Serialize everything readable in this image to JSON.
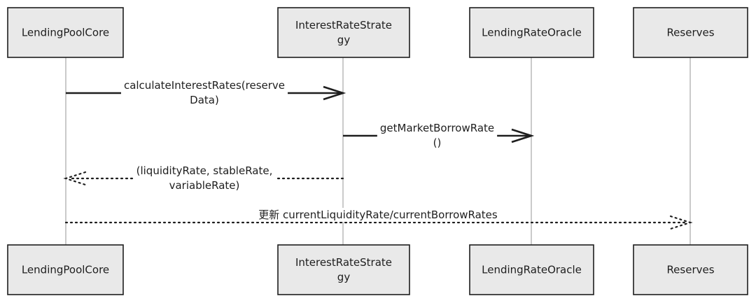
{
  "participants": [
    {
      "top_lines": [
        "LendingPoolCore"
      ],
      "bottom_lines": [
        "LendingPoolCore"
      ]
    },
    {
      "top_lines": [
        "InterestRateStrate",
        "gy"
      ],
      "bottom_lines": [
        "InterestRateStrate",
        "gy"
      ]
    },
    {
      "top_lines": [
        "LendingRateOracle"
      ],
      "bottom_lines": [
        "LendingRateOracle"
      ]
    },
    {
      "top_lines": [
        "Reserves"
      ],
      "bottom_lines": [
        "Reserves"
      ]
    }
  ],
  "messages": [
    {
      "from": 0,
      "to": 1,
      "style": "solid",
      "lines": [
        "calculateInterestRates(reserve",
        "Data)"
      ]
    },
    {
      "from": 1,
      "to": 2,
      "style": "solid",
      "lines": [
        "getMarketBorrowRate",
        "()"
      ]
    },
    {
      "from": 1,
      "to": 0,
      "style": "dotted",
      "lines": [
        "(liquidityRate, stableRate,",
        "variableRate)"
      ]
    },
    {
      "from": 0,
      "to": 3,
      "style": "dotted",
      "lines": [
        "更新 currentLiquidityRate/currentBorrowRates"
      ]
    }
  ]
}
